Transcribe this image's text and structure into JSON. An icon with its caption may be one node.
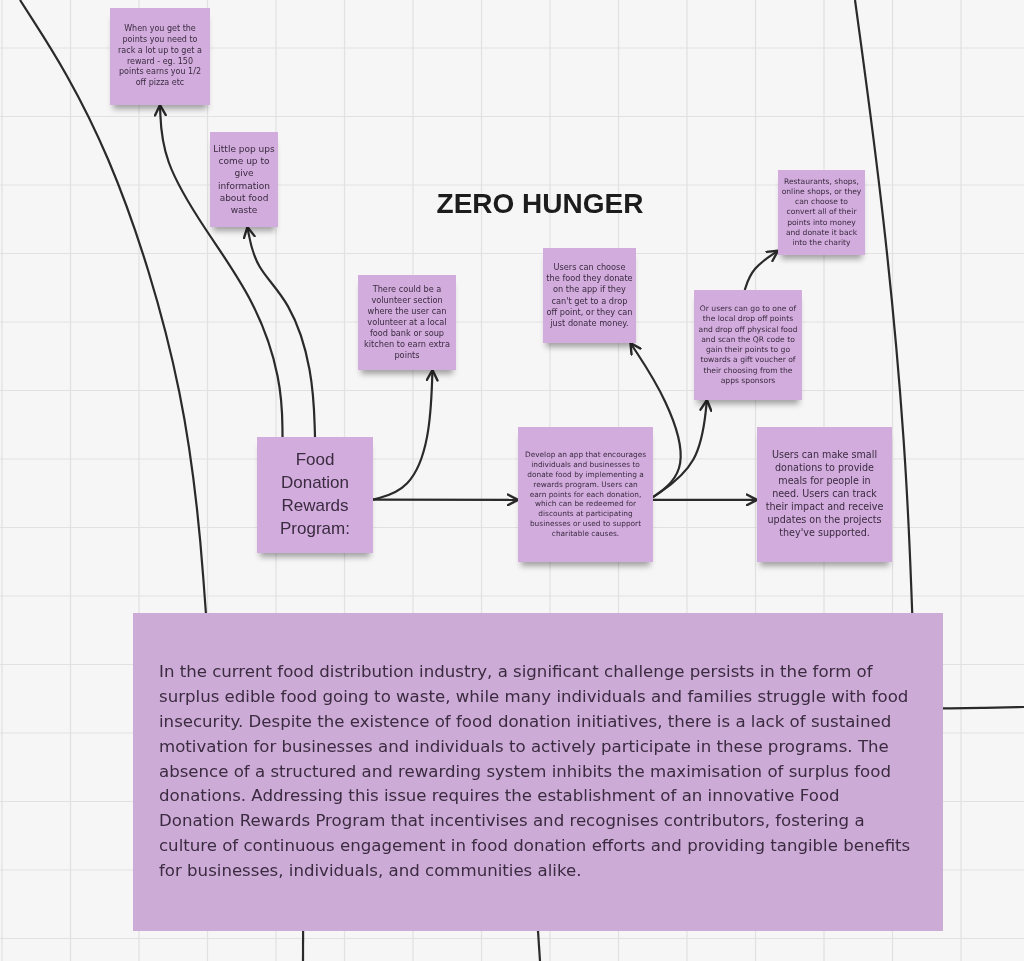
{
  "diagram": {
    "title": "ZERO HUNGER",
    "nodes": [
      {
        "text": [
          "When you get the points you need to rack a lot up to get a reward - eg. 150 points earns you 1/2 off pizza etc"
        ]
      },
      {
        "text": [
          "Little pop ups come up to give information about food waste"
        ]
      },
      {
        "text": [
          "There could be a volunteer section where the user can volunteer at a local food bank or soup kitchen to earn extra points"
        ]
      },
      {
        "text": [
          "Food Donation Rewards Program:"
        ]
      },
      {
        "text": [
          "Users can choose the food they donate on the app if they can't get to a drop off point, or they can just donate money."
        ]
      },
      {
        "text": [
          "Restaurants, shops, online shops, or they can choose to convert all of their points into money and donate it back into the charity"
        ]
      },
      {
        "text": [
          "Or users can go to one of the local drop off points and drop off physical food and scan the QR code to gain their points to go towards a gift voucher of their choosing from the apps sponsors"
        ]
      },
      {
        "text": [
          "Develop an app that encourages individuals and businesses to donate food by implementing a rewards program. Users can earn points for each donation, which can be redeemed for discounts at participating businesses or used to support charitable causes."
        ]
      },
      {
        "text": [
          "Users can make small donations to provide meals for people in need. Users can track their impact and receive updates on the projects they've supported."
        ]
      },
      {
        "text": [
          "In the current food distribution industry, a significant challenge persists in the form of surplus edible food going to waste, while many individuals and families struggle with food insecurity. Despite the existence of food donation initiatives, there is a lack of sustained motivation for businesses and individuals to actively participate in these programs. The absence of a structured and rewarding system inhibits the maximisation of surplus food donations. Addressing this issue requires the establishment of an innovative Food Donation Rewards Program that incentivises and recognises contributors, fostering a culture of continuous engagement in food donation efforts and providing tangible benefits for businesses, individuals, and communities alike."
        ]
      }
    ],
    "edges": [
      {
        "from": 3,
        "to": 0,
        "arrow": "to"
      },
      {
        "from": 3,
        "to": 1,
        "arrow": "to"
      },
      {
        "from": 3,
        "to": 2,
        "arrow": "to"
      },
      {
        "from": 3,
        "to": 7,
        "arrow": "to"
      },
      {
        "from": 7,
        "to": 4,
        "arrow": "to"
      },
      {
        "from": 7,
        "to": 6,
        "arrow": "to"
      },
      {
        "from": 7,
        "to": 8,
        "arrow": "to"
      },
      {
        "from": 6,
        "to": 5,
        "arrow": "to"
      },
      {
        "from": null,
        "to": 9,
        "arrow": "none"
      },
      {
        "from": null,
        "to": 9,
        "arrow": "none"
      },
      {
        "from": 9,
        "to": null,
        "arrow": "none"
      },
      {
        "from": 9,
        "to": null,
        "arrow": "none"
      },
      {
        "from": 9,
        "to": null,
        "arrow": "none"
      }
    ]
  }
}
